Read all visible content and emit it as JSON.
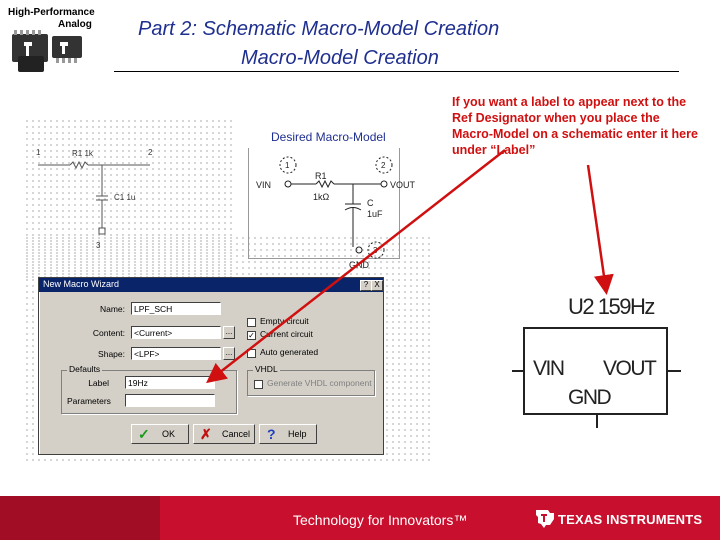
{
  "header": {
    "logo_line1": "High-Performance",
    "logo_line2": "Analog",
    "title_line1": "Part 2: Schematic Macro-Model Creation",
    "title_line2": "Macro-Model Creation"
  },
  "callout": {
    "text": "If you want a label to appear next to the Ref Designator when you place the Macro-Model on a schematic enter it here under “Label”",
    "color": "#d01010"
  },
  "schematic_left": {
    "pin1": "1",
    "pin2": "2",
    "pin3": "3",
    "resistor": "R1 1k",
    "capacitor": "C1 1u"
  },
  "desired_model": {
    "title": "Desired Macro-Model",
    "pin1": "1",
    "pin2": "2",
    "pin3": "3",
    "vin": "VIN",
    "vout": "VOUT",
    "gnd": "GND",
    "r_name": "R1",
    "r_value": "1kΩ",
    "c_name": "C",
    "c_value": "1uF"
  },
  "dialog": {
    "title": "New Macro Wizard",
    "help_btn": "?",
    "close_btn": "X",
    "name_label": "Name:",
    "name_value": "LPF_SCH",
    "content_label": "Content:",
    "content_value": "<Current>",
    "shape_label": "Shape:",
    "shape_value": "<LPF>",
    "defaults_title": "Defaults",
    "label_label": "Label",
    "label_value": "19Hz",
    "parameters_label": "Parameters",
    "parameters_value": "",
    "opt_empty": "Empty circuit",
    "opt_current": "Current circuit",
    "opt_auto": "Auto generated",
    "vhdl_title": "VHDL",
    "vhdl_option": "Generate VHDL component",
    "ok_label": "OK",
    "cancel_label": "Cancel",
    "help_label": "Help",
    "dots": "..."
  },
  "symbol": {
    "ref": "U2 159Hz",
    "vin": "VIN",
    "vout": "VOUT",
    "gnd": "GND"
  },
  "footer": {
    "tagline": "Technology for Innovators™",
    "brand": "TEXAS INSTRUMENTS",
    "bg_color": "#c8102e"
  }
}
